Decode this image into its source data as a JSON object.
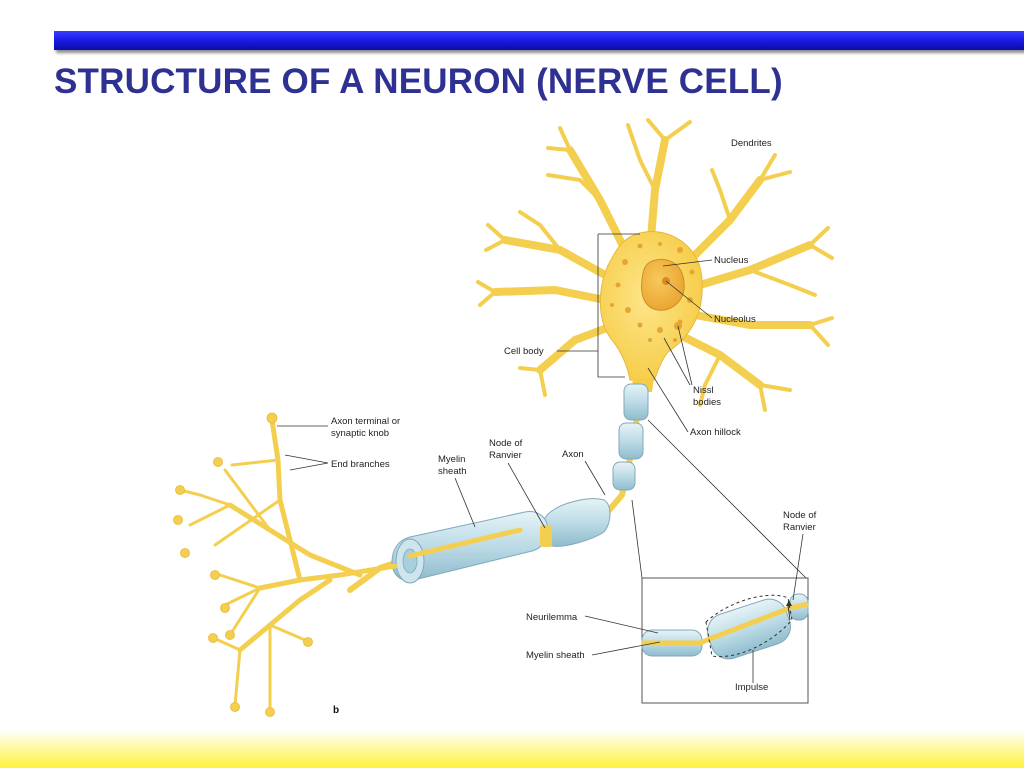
{
  "slide": {
    "title": "STRUCTURE OF A NEURON (NERVE CELL)"
  },
  "labels": {
    "dendrites": "Dendrites",
    "nucleus": "Nucleus",
    "nucleolus": "Nucleolus",
    "cell_body": "Cell body",
    "nissl_bodies": [
      "Nissl",
      "bodies"
    ],
    "axon_hillock": "Axon hillock",
    "axon_terminal": [
      "Axon terminal or",
      "synaptic knob"
    ],
    "end_branches": "End branches",
    "myelin_sheath": [
      "Myelin",
      "sheath"
    ],
    "node_of_ranvier": [
      "Node of",
      "Ranvier"
    ],
    "axon": "Axon",
    "node_of_ranvier_inset": [
      "Node of",
      "Ranvier"
    ],
    "neurilemma": "Neurilemma",
    "myelin_sheath_inset": "Myelin sheath",
    "impulse": "Impulse",
    "panel_letter": "b"
  },
  "colors": {
    "title": "#2e3192",
    "top_bar": "#1b1de8",
    "neuron": "#f9d95a",
    "nucleus": "#f2b53a",
    "myelin": "#bcdbe6",
    "bottom_band": "#fff23a"
  }
}
